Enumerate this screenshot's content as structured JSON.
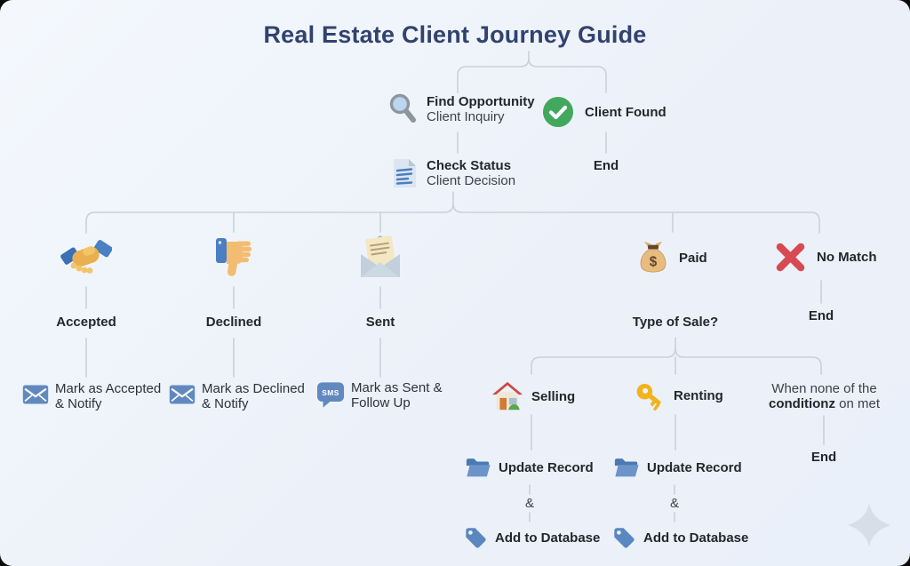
{
  "title": "Real Estate Client Journey Guide",
  "colors": {
    "background": "#edf2f9",
    "connector": "#c8d1dc",
    "title_text": "#31426f",
    "label_text": "#22272e",
    "icon_blue": "#5b87c0",
    "success_green": "#41a85e",
    "error_red": "#d84a52",
    "key_gold": "#f2b41e",
    "bag_tan": "#e7bc7e"
  },
  "nodes": {
    "find_opportunity": {
      "title": "Find Opportunity",
      "subtitle": "Client Inquiry"
    },
    "client_found": {
      "title": "Client Found"
    },
    "end_top": "End",
    "check_status": {
      "title": "Check Status",
      "subtitle": "Client Decision"
    },
    "accepted": "Accepted",
    "declined": "Declined",
    "sent": "Sent",
    "paid": "Paid",
    "no_match": "No Match",
    "end_no_match": "End",
    "mark_accepted": {
      "line1": "Mark as Accepted",
      "line2": "& Notify"
    },
    "mark_declined": {
      "line1": "Mark as Declined",
      "line2": "& Notify"
    },
    "mark_sent": {
      "line1": "Mark as Sent &",
      "line2": "Follow Up"
    },
    "type_of_sale": "Type of Sale?",
    "selling": "Selling",
    "renting": "Renting",
    "no_condition": {
      "line1": "When none of the",
      "bold": "conditionz",
      "rest": " on met"
    },
    "end_condition": "End",
    "update_record_selling": "Update Record",
    "amp_selling": "&",
    "add_database_selling": "Add to Database",
    "update_record_renting": "Update Record",
    "amp_renting": "&",
    "add_database_renting": "Add to Database"
  },
  "icons": {
    "sms_label": "SMS",
    "dollar": "$"
  }
}
